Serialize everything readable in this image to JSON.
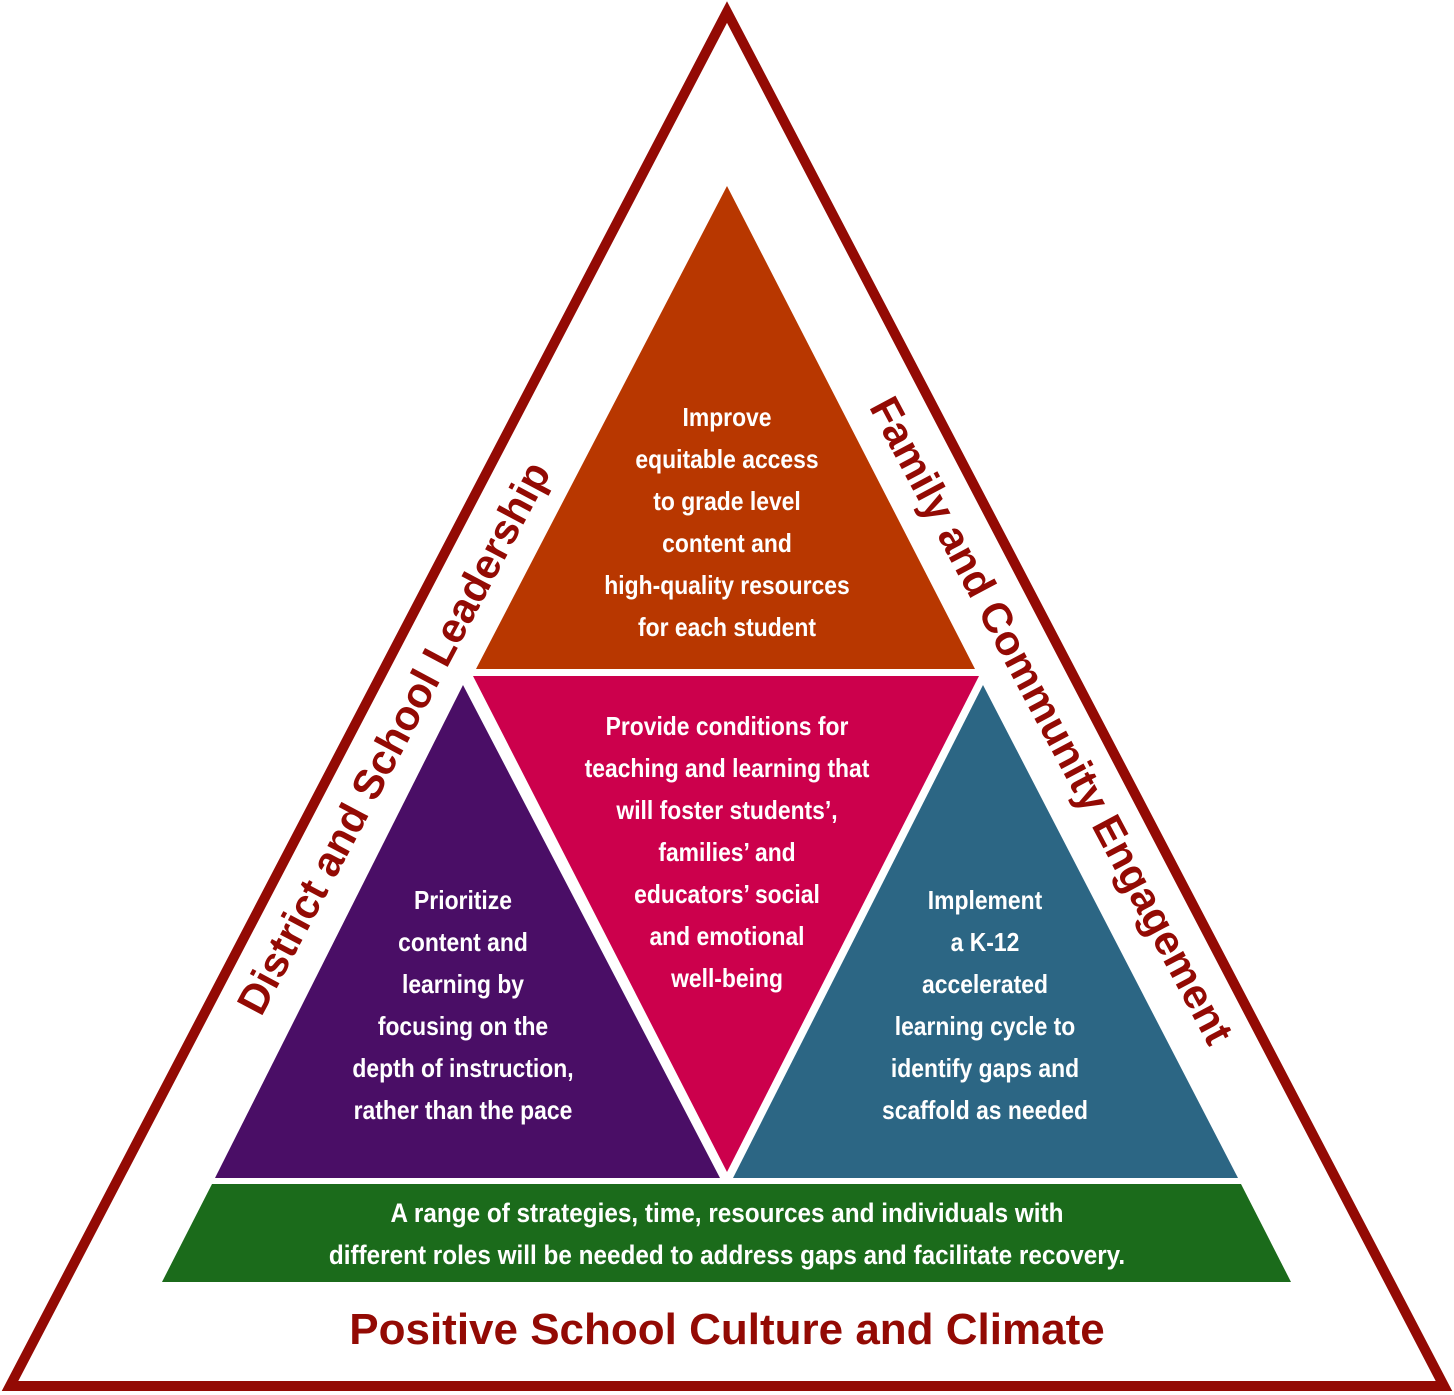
{
  "colors": {
    "outline": "#930A04",
    "top_block": "#B83700",
    "center_block": "#CC004C",
    "left_block": "#4A0E66",
    "right_block": "#2C6684",
    "foundation": "#1B6B1B",
    "text_on_blocks": "#FFFFFF"
  },
  "frame": {
    "left_label": "District and School Leadership",
    "right_label": "Family and Community Engagement",
    "bottom_label": "Positive School Culture and Climate"
  },
  "blocks": {
    "top": {
      "text": "Improve\nequitable access\nto grade level\ncontent and\nhigh-quality resources\nfor each student"
    },
    "center": {
      "text": "Provide conditions for\nteaching and learning that\nwill foster students’,\nfamilies’ and\neducators’ social\nand emotional\nwell-being"
    },
    "left": {
      "text": "Prioritize\ncontent and\nlearning by\nfocusing on the\ndepth of instruction,\nrather than the pace"
    },
    "right": {
      "text": "Implement\na K-12\naccelerated\nlearning cycle to\nidentify gaps and\nscaffold as needed"
    }
  },
  "foundation": {
    "line1": "A range of strategies, time, resources and individuals with",
    "line2": "different roles will be needed to address gaps and facilitate recovery."
  }
}
